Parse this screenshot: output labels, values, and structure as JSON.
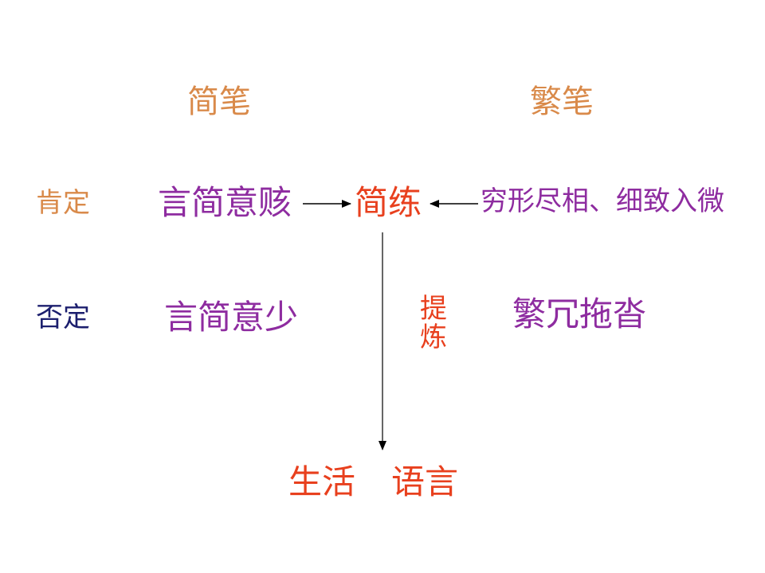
{
  "columns": {
    "simple": "简笔",
    "complex": "繁笔"
  },
  "rows": {
    "positive_label": "肯定",
    "negative_label": "否定"
  },
  "positive": {
    "simple": "言简意赅",
    "center": "简练",
    "complex": "穷形尽相、细致入微"
  },
  "negative": {
    "simple": "言简意少",
    "complex": "繁冗拖沓"
  },
  "refine_label": "提炼",
  "bottom": {
    "life": "生活",
    "language": "语言"
  },
  "colors": {
    "orange": "#d98a4a",
    "purple": "#8e2ca0",
    "red": "#e8401e",
    "navy": "#1c1f6e",
    "arrow": "#000000"
  }
}
